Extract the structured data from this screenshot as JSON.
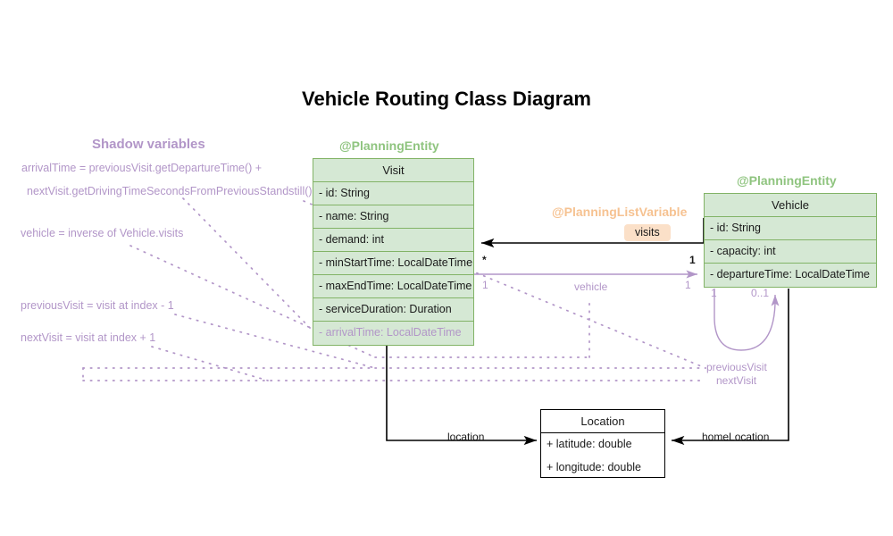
{
  "title": "Vehicle Routing Class Diagram",
  "sections": {
    "shadow_variables_title": "Shadow variables"
  },
  "stereotypes": {
    "visit": "@PlanningEntity",
    "vehicle": "@PlanningEntity",
    "planning_list_variable": "@PlanningListVariable"
  },
  "classes": {
    "visit": {
      "name": "Visit",
      "attributes": [
        "- id: String",
        "- name: String",
        "- demand: int",
        "- minStartTime: LocalDateTime",
        "- maxEndTime: LocalDateTime",
        "- serviceDuration: Duration",
        "- arrivalTime: LocalDateTime"
      ]
    },
    "vehicle": {
      "name": "Vehicle",
      "attributes": [
        "- id: String",
        "- capacity: int",
        "- departureTime: LocalDateTime"
      ]
    },
    "location": {
      "name": "Location",
      "attributes": [
        "+ latitude: double",
        "+ longitude: double"
      ]
    }
  },
  "relations": {
    "visits_label": "visits",
    "vehicle_label": "vehicle",
    "location_label": "location",
    "home_location_label": "homeLocation",
    "previous_visit_label": "previousVisit",
    "next_visit_label": "nextVisit",
    "mult_visit_star": "*",
    "mult_vehicle_one": "1",
    "mult_visit_one_left": "1",
    "mult_vehicle_one_right": "1",
    "mult_self_one": "1",
    "mult_self_zero_one": "0..1"
  },
  "shadow_variables": [
    "arrivalTime = previousVisit.getDepartureTime() +",
    "nextVisit.getDrivingTimeSecondsFromPreviousStandstill()",
    "vehicle = inverse of Vehicle.visits",
    "previousVisit = visit at index - 1",
    "nextVisit = visit at index + 1"
  ],
  "colors": {
    "entity_fill": "#d5e8d4",
    "entity_border": "#82b366",
    "stereotype_green": "#8fc47f",
    "stereotype_orange": "#f6c291",
    "shadow_purple": "#b296c8",
    "badge_fill": "#fbe0c8",
    "plain_border": "#000000"
  }
}
